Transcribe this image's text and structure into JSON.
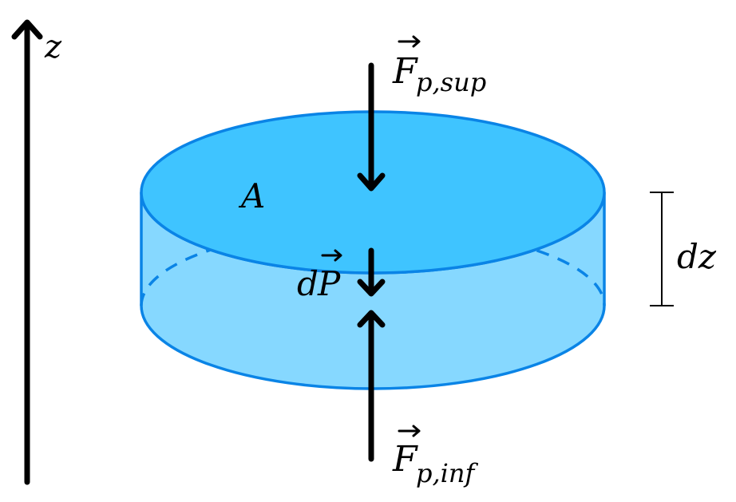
{
  "axis": {
    "label": "z"
  },
  "labels": {
    "area": "A",
    "thickness": "dz",
    "weight": "P",
    "weight_prefix": "d",
    "force_top": "F",
    "force_top_sub": "p,sup",
    "force_bottom": "F",
    "force_bottom_sub": "p,inf"
  },
  "colors": {
    "top_face": "#3fc4ff",
    "side_face": "#86d8ff",
    "outline": "#0a84e6",
    "arrow": "#000000"
  }
}
